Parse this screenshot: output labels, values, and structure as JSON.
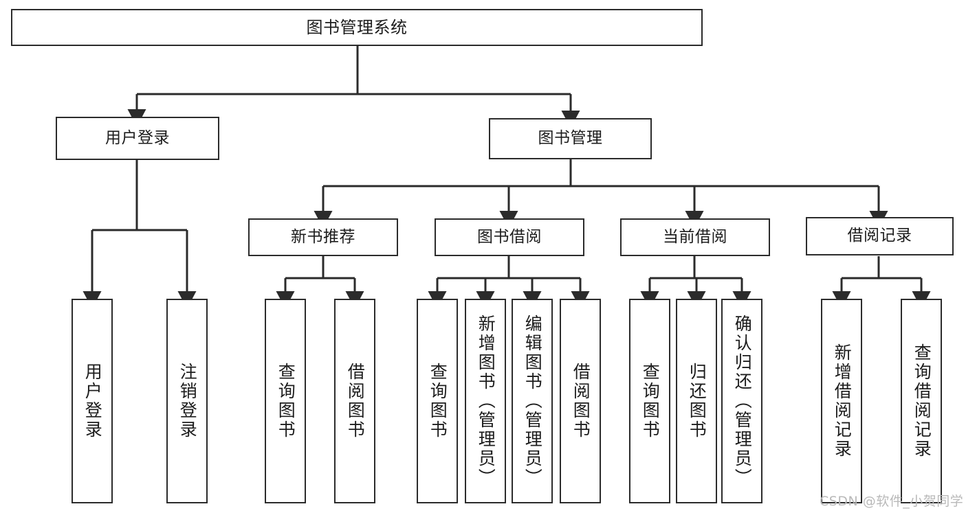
{
  "diagram": {
    "title": "图书管理系统",
    "root": {
      "label": "图书管理系统"
    },
    "level2": [
      {
        "label": "用户登录"
      },
      {
        "label": "图书管理"
      }
    ],
    "level3": [
      {
        "label": "新书推荐"
      },
      {
        "label": "图书借阅"
      },
      {
        "label": "当前借阅"
      },
      {
        "label": "借阅记录"
      }
    ],
    "leaves": {
      "user_login": [
        {
          "label": "用户登录"
        },
        {
          "label": "注销登录"
        }
      ],
      "new_book_recommend": [
        {
          "label": "查询图书"
        },
        {
          "label": "借阅图书"
        }
      ],
      "book_borrow": [
        {
          "label": "查询图书"
        },
        {
          "label": "新增图书（管理员）"
        },
        {
          "label": "编辑图书（管理员）"
        },
        {
          "label": "借阅图书"
        }
      ],
      "current_borrow": [
        {
          "label": "查询图书"
        },
        {
          "label": "归还图书"
        },
        {
          "label": "确认归还（管理员）"
        }
      ],
      "borrow_record": [
        {
          "label": "新增借阅记录"
        },
        {
          "label": "查询借阅记录"
        }
      ]
    }
  },
  "watermark": {
    "text": "CSDN @软件_小贺同学"
  },
  "colors": {
    "border": "#2b2b2b",
    "line": "#2b2b2b",
    "background": "#ffffff",
    "text": "#1c1c1c",
    "watermark": "#b9b9b9"
  }
}
